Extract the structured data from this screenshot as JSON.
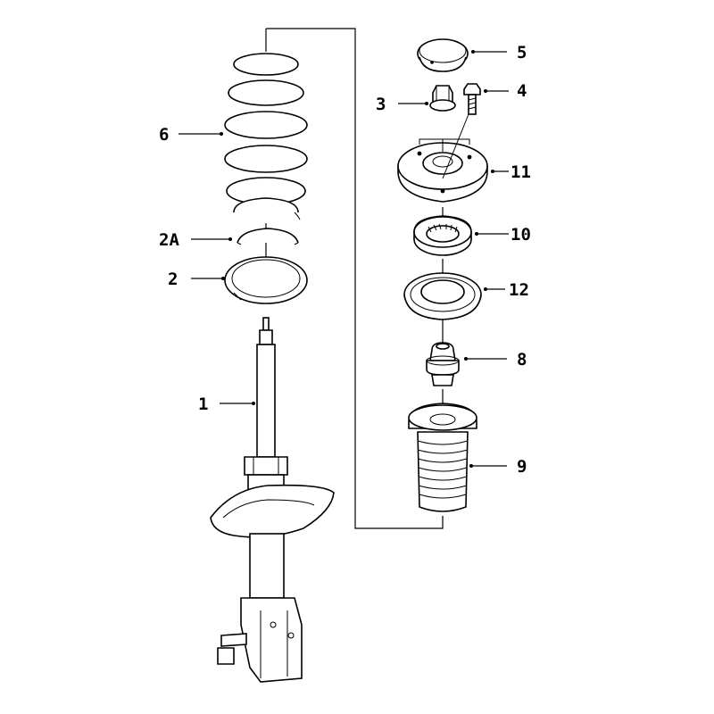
{
  "labels": {
    "l1": "1",
    "l2": "2",
    "l2a": "2A",
    "l3": "3",
    "l4": "4",
    "l5": "5",
    "l6": "6",
    "l8": "8",
    "l9": "9",
    "l10": "10",
    "l11": "11",
    "l12": "12"
  }
}
